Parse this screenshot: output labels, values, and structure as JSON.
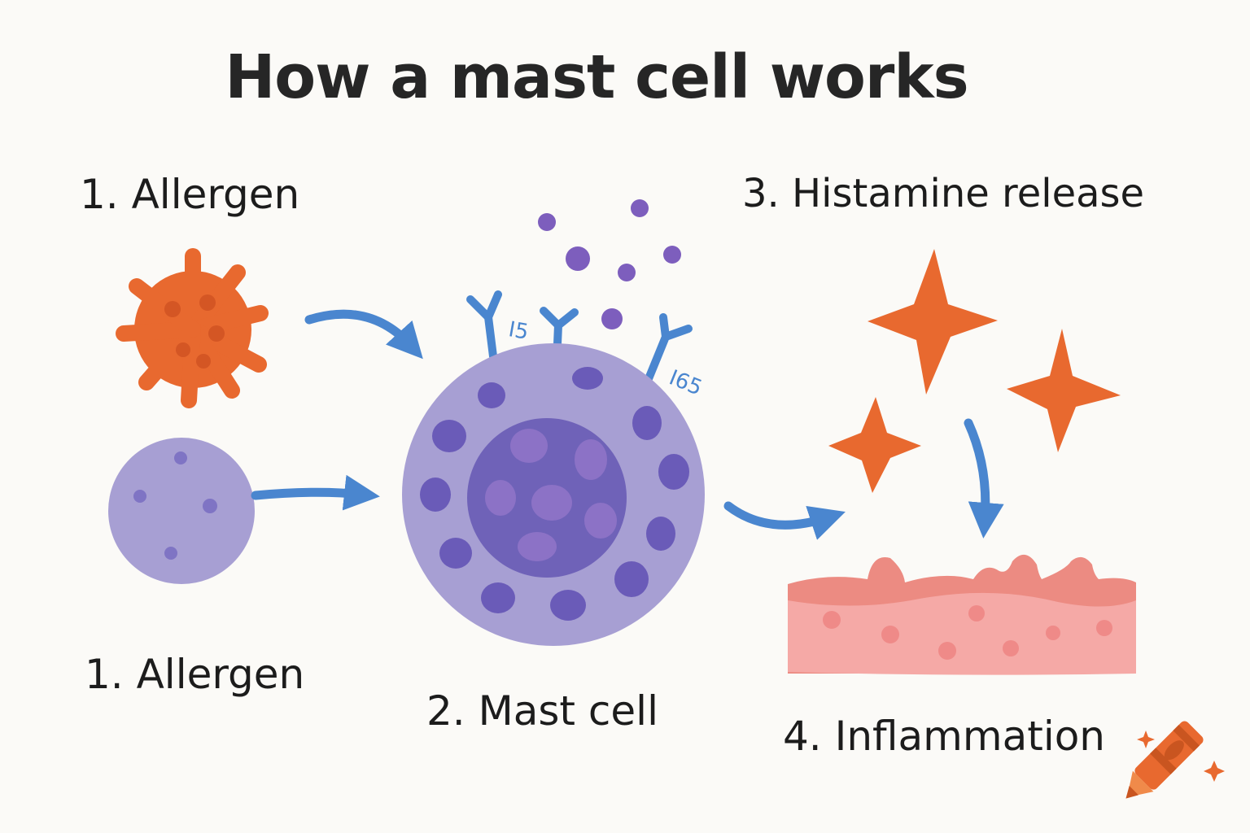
{
  "title": "How a mast cell works",
  "labels": {
    "step1_top": "1.  Allergen",
    "step1_bottom": "1.  Allergen",
    "step2": "2.  Mast cell",
    "step3": "3.  Histamine release",
    "step4": "4.  Inflammation"
  },
  "receptor_tags": {
    "left": "I5",
    "right": "I65"
  },
  "icons": [
    "allergen-virus-icon",
    "allergen-cell-icon",
    "mast-cell-icon",
    "histamine-star-icon",
    "tissue-icon",
    "crayon-icon"
  ],
  "colors": {
    "allergen": "#e8692f",
    "cell": "#a79fd3",
    "nucleus": "#6f62b8",
    "granule": "#6a5bb8",
    "arrow": "#4a86cf",
    "histamine": "#e8692f",
    "tissue_top": "#ec8b82",
    "tissue_body": "#f5a9a6"
  }
}
